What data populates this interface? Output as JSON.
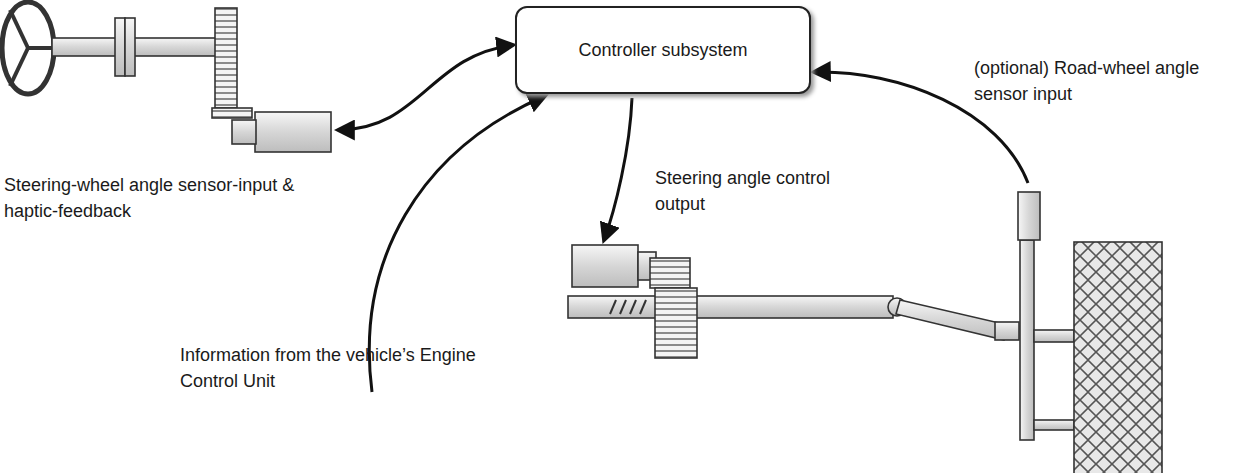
{
  "diagram": {
    "nodes": [
      {
        "text": [
          "Controller subsystem"
        ]
      }
    ],
    "labels": [
      "Steering-wheel angle sensor-input & haptic-feedback",
      "Information from the vehicle’s Engine Control Unit",
      "Steering angle control output",
      "(optional) Road-wheel angle sensor input"
    ]
  }
}
